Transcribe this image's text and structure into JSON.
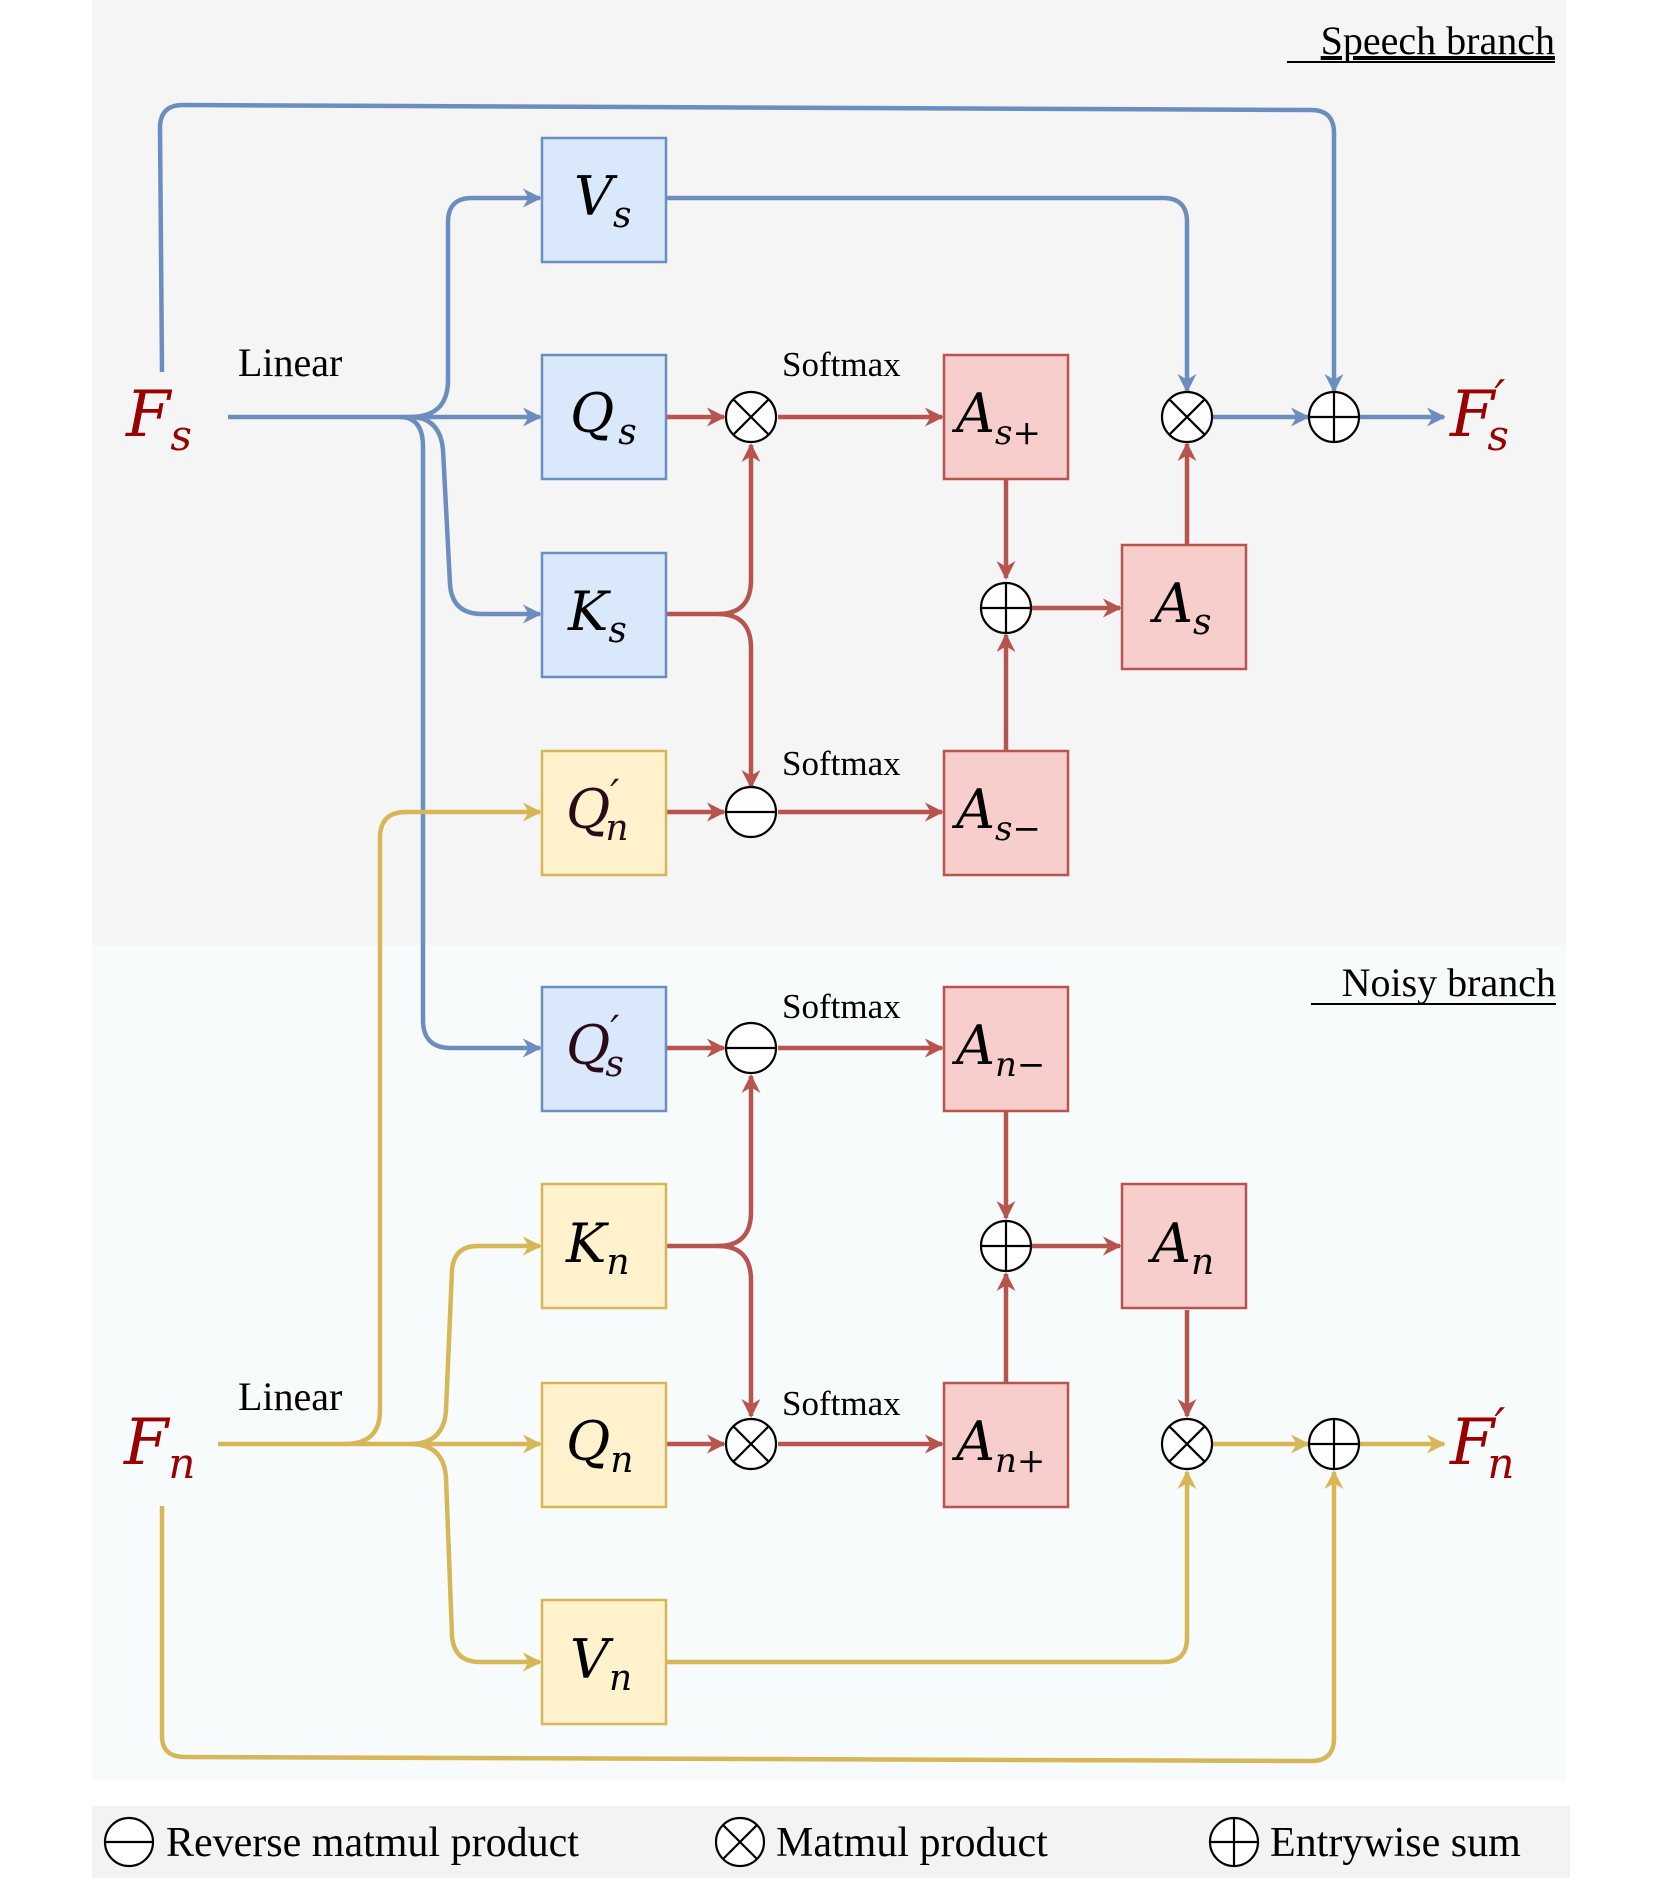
{
  "branches": {
    "speech_title": "Speech branch",
    "noisy_title": "Noisy branch"
  },
  "inputs": {
    "speech": {
      "base": "F",
      "sub": "s"
    },
    "noisy": {
      "base": "F",
      "sub": "n"
    }
  },
  "outputs": {
    "speech": {
      "base": "F",
      "prime": "′",
      "sub": "s"
    },
    "noisy": {
      "base": "F",
      "prime": "′",
      "sub": "n"
    }
  },
  "labels": {
    "linear": "Linear",
    "softmax": "Softmax"
  },
  "boxes": {
    "vs": {
      "base": "V",
      "sub": "s"
    },
    "qs": {
      "base": "Q",
      "sub": "s"
    },
    "ks": {
      "base": "K",
      "sub": "s"
    },
    "qn_prime": {
      "base": "Q",
      "prime": "′",
      "sub": "n"
    },
    "qs_prime": {
      "base": "Q",
      "prime": "′",
      "sub": "s"
    },
    "kn": {
      "base": "K",
      "sub": "n"
    },
    "qn": {
      "base": "Q",
      "sub": "n"
    },
    "vn": {
      "base": "V",
      "sub": "n"
    },
    "as_plus": {
      "base": "A",
      "sub": "s+"
    },
    "as_minus": {
      "base": "A",
      "sub": "s−"
    },
    "as": {
      "base": "A",
      "sub": "s"
    },
    "an_minus": {
      "base": "A",
      "sub": "n−"
    },
    "an_plus": {
      "base": "A",
      "sub": "n+"
    },
    "an": {
      "base": "A",
      "sub": "n"
    }
  },
  "legend": {
    "reverse": "Reverse matmul product",
    "matmul": "Matmul product",
    "sum": "Entrywise sum"
  },
  "colors": {
    "blue": "#6c8ebf",
    "gold": "#d6b656",
    "red": "#b85450",
    "dark_red": "#990000",
    "blue_fill": "#dae8fc",
    "gold_fill": "#fff2cc",
    "red_fill": "#f8cecc"
  }
}
